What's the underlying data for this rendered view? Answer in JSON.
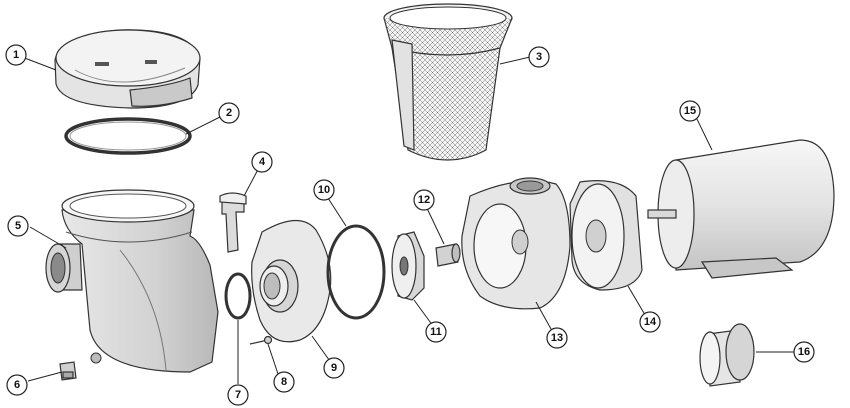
{
  "diagram": {
    "kind": "exploded parts view",
    "line_color": "#333333",
    "fill_light": "#f2f2f2",
    "fill_mid": "#d9d9d9",
    "fill_dark": "#b5b5b5",
    "callouts": [
      {
        "id": "1",
        "label": "1"
      },
      {
        "id": "2",
        "label": "2"
      },
      {
        "id": "3",
        "label": "3"
      },
      {
        "id": "4",
        "label": "4"
      },
      {
        "id": "5",
        "label": "5"
      },
      {
        "id": "6",
        "label": "6"
      },
      {
        "id": "7",
        "label": "7"
      },
      {
        "id": "8",
        "label": "8"
      },
      {
        "id": "9",
        "label": "9"
      },
      {
        "id": "10",
        "label": "10"
      },
      {
        "id": "11",
        "label": "11"
      },
      {
        "id": "12",
        "label": "12"
      },
      {
        "id": "13",
        "label": "13"
      },
      {
        "id": "14",
        "label": "14"
      },
      {
        "id": "15",
        "label": "15"
      },
      {
        "id": "16",
        "label": "16"
      }
    ]
  }
}
